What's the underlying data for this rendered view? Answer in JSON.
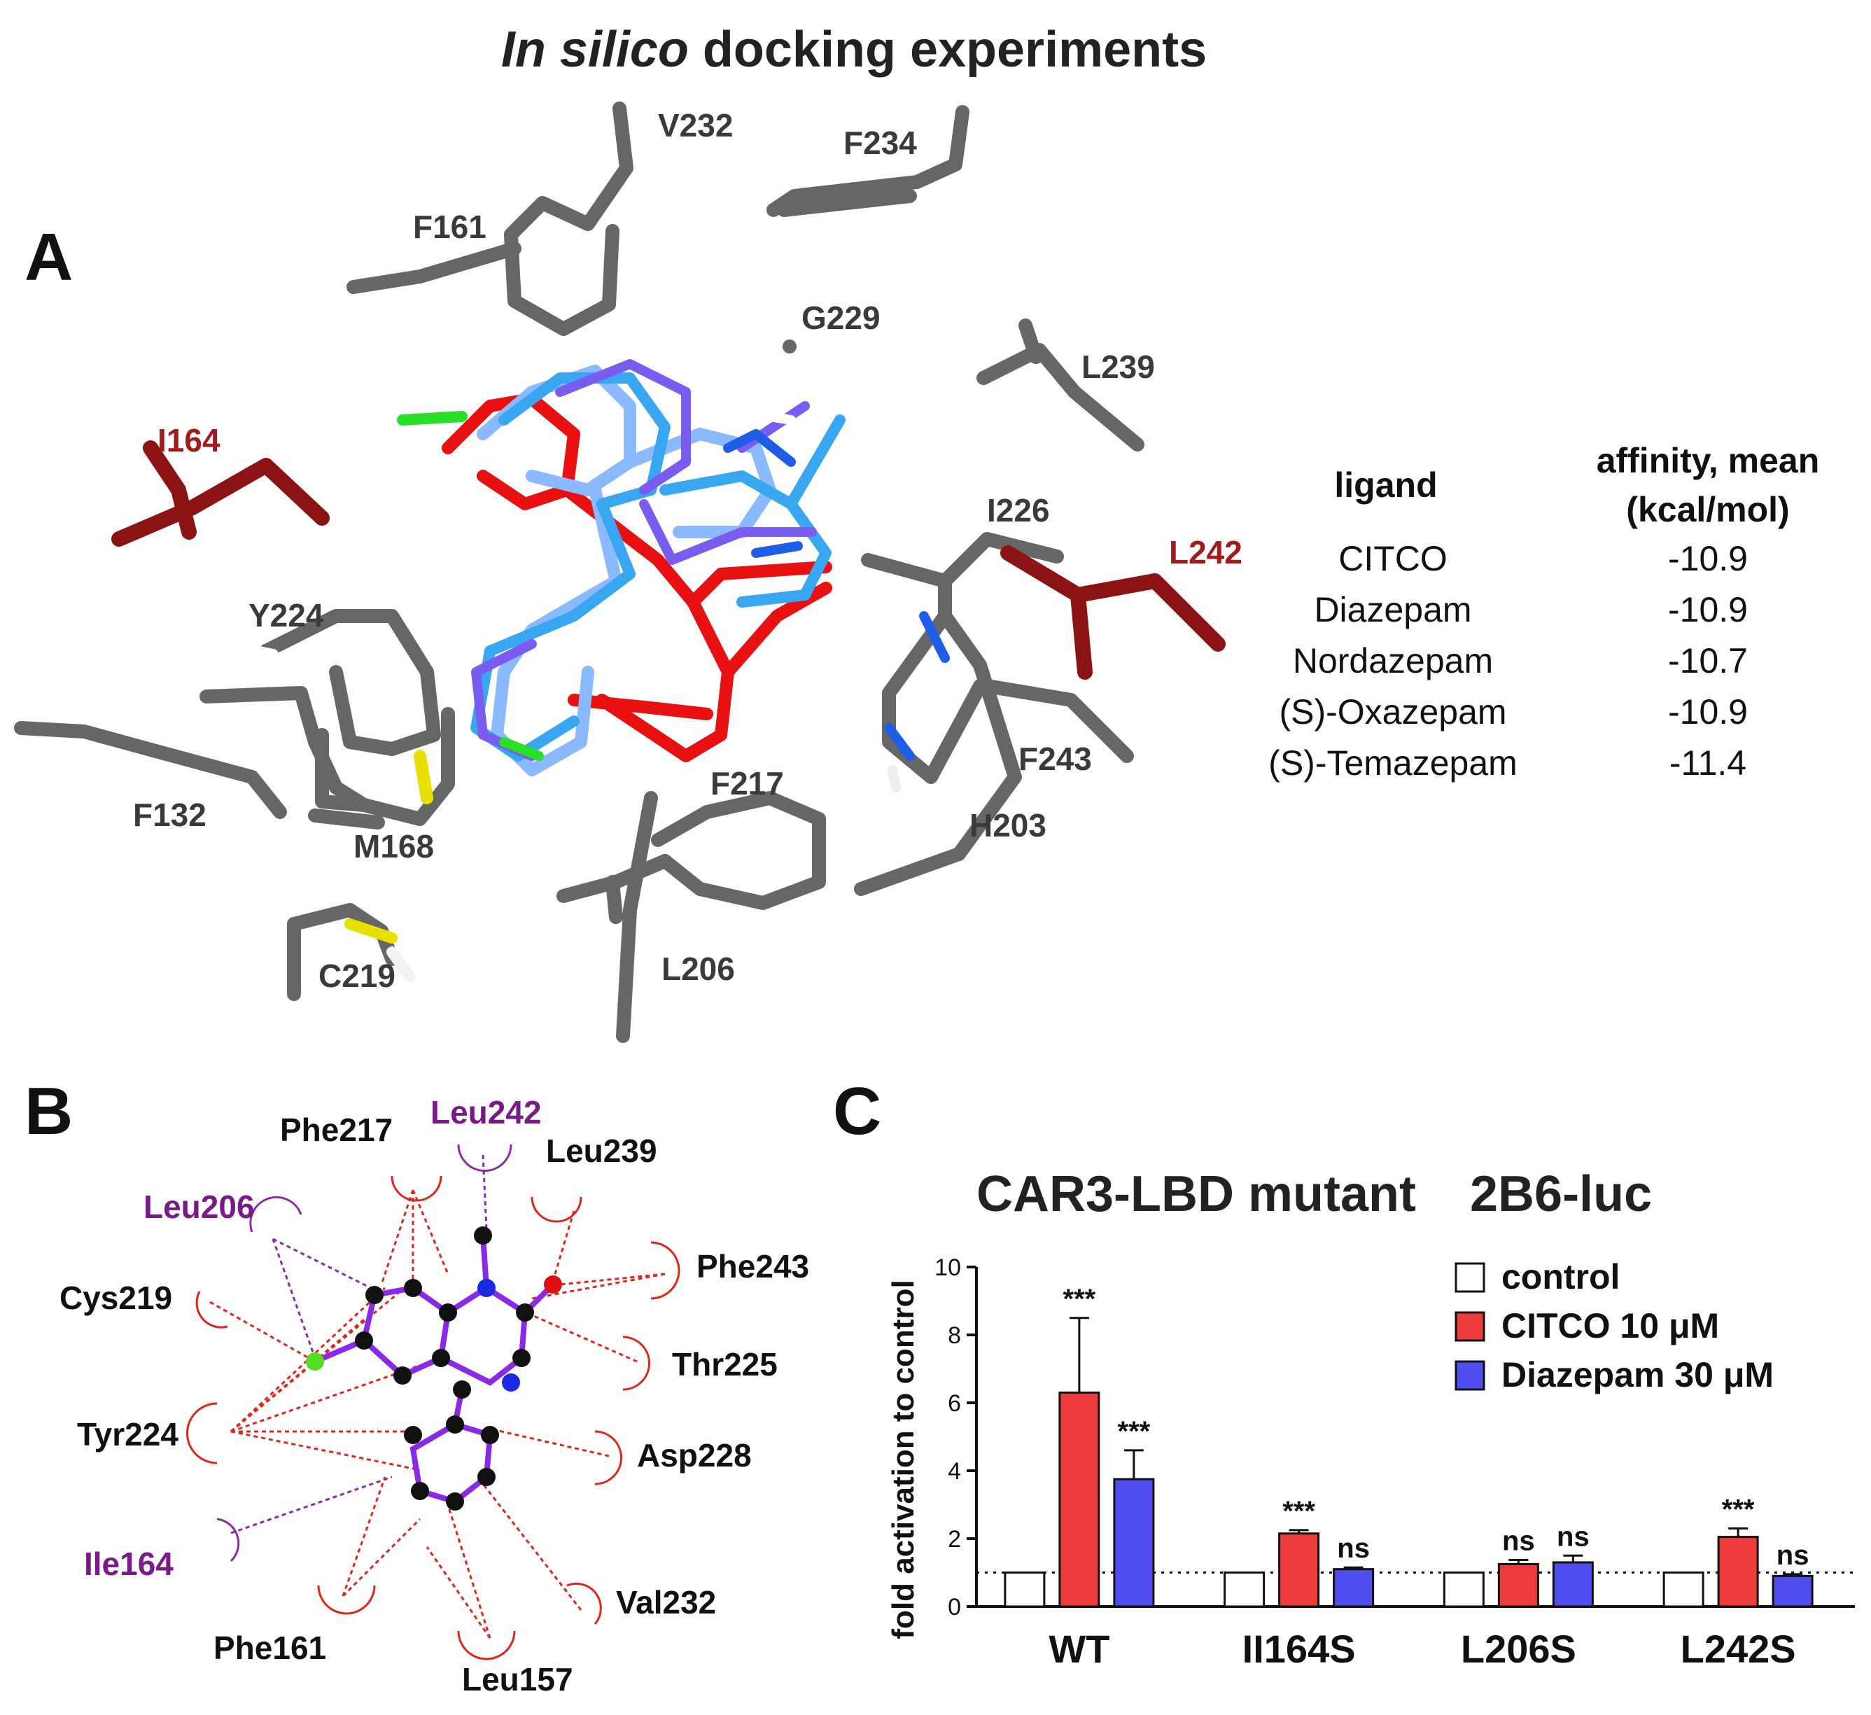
{
  "figure_title": {
    "italic": "In silico",
    "rest": " docking experiments"
  },
  "panel_a": {
    "label": "A",
    "residues_gray": [
      "V232",
      "F234",
      "F161",
      "G229",
      "L239",
      "I226",
      "Y224",
      "F132",
      "M168",
      "F217",
      "F243",
      "H203",
      "C219",
      "L206"
    ],
    "residues_red": [
      "I164",
      "L242"
    ]
  },
  "affinity_table": {
    "header_ligand": "ligand",
    "header_affinity_line1": "affinity, mean",
    "header_affinity_line2": "(kcal/mol)",
    "rows": [
      {
        "ligand": "CITCO",
        "affinity": "-10.9"
      },
      {
        "ligand": "Diazepam",
        "affinity": "-10.9"
      },
      {
        "ligand": "Nordazepam",
        "affinity": "-10.7"
      },
      {
        "ligand": "(S)-Oxazepam",
        "affinity": "-10.9"
      },
      {
        "ligand": "(S)-Temazepam",
        "affinity": "-11.4"
      }
    ]
  },
  "panel_b": {
    "label": "B",
    "residues": [
      "Phe217",
      "Leu239",
      "Phe243",
      "Thr225",
      "Asp228",
      "Val232",
      "Leu157",
      "Phe161",
      "Tyr224",
      "Cys219"
    ],
    "residues_purple": [
      "Leu242",
      "Leu206",
      "Ile164"
    ]
  },
  "panel_c": {
    "label": "C",
    "title_left": "CAR3-LBD mutant",
    "title_right": "2B6-luc"
  },
  "chart_data": {
    "type": "bar",
    "title": "CAR3-LBD mutant   2B6-luc",
    "xlabel": "",
    "ylabel": "fold activation to control",
    "ylim": [
      0,
      10
    ],
    "yticks": [
      "0",
      "2",
      "4",
      "6",
      "8",
      "10"
    ],
    "categories": [
      "WT",
      "II164S",
      "L206S",
      "L242S"
    ],
    "reference_line": 1,
    "series": [
      {
        "name": "control",
        "color": "#ffffff",
        "values": [
          1,
          1,
          1,
          1
        ],
        "errors": [
          0,
          0,
          0,
          0
        ],
        "significance": [
          "",
          "",
          "",
          ""
        ]
      },
      {
        "name": "CITCO 10 μM",
        "color": "#ee3b3b",
        "values": [
          6.3,
          2.15,
          1.25,
          2.05
        ],
        "errors": [
          2.2,
          0.1,
          0.12,
          0.25
        ],
        "significance": [
          "***",
          "***",
          "ns",
          "***"
        ]
      },
      {
        "name": "Diazepam 30 μM",
        "color": "#4f4ff0",
        "values": [
          3.75,
          1.1,
          1.3,
          0.9
        ],
        "errors": [
          0.85,
          0.05,
          0.2,
          0.05
        ],
        "significance": [
          "***",
          "ns",
          "ns",
          "ns"
        ]
      }
    ],
    "legend_position": "top-right"
  }
}
